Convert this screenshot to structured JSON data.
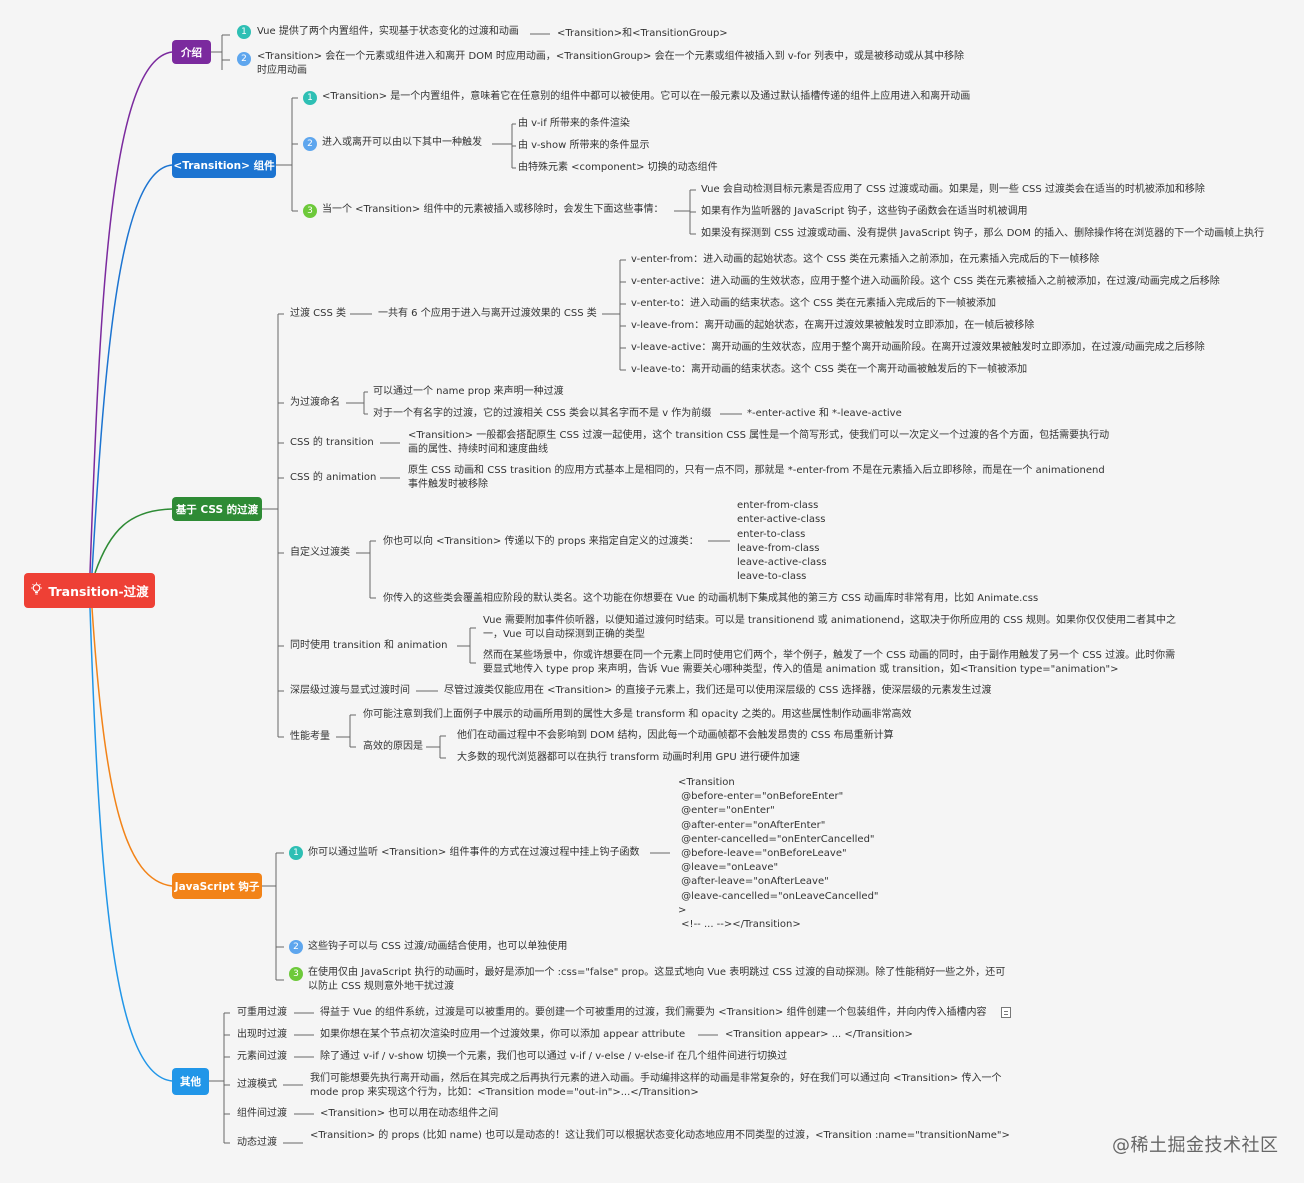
{
  "colors": {
    "root": "#ee4035",
    "intro": "#7b2a9e",
    "transition_component": "#1c74d1",
    "css_transition": "#2e8b35",
    "js_hooks": "#f28318",
    "others": "#2196e8",
    "badge_1": "#2ebfb4",
    "badge_2": "#5ea6ee",
    "badge_3": "#6dc93a"
  },
  "root": {
    "icon": "lightbulb-icon",
    "label": "Transition-过渡"
  },
  "intro": {
    "label": "介绍",
    "items": [
      {
        "badge": "1",
        "text": "Vue 提供了两个内置组件，实现基于状态变化的过渡和动画",
        "child": "<Transition>和<TransitionGroup>"
      },
      {
        "badge": "2",
        "text": "<Transition> 会在一个元素或组件进入和离开 DOM 时应用动画，<TransitionGroup> 会在一个元素或组件被插入到 v-for 列表中，或是被移动或从其中移除时应用动画"
      }
    ]
  },
  "transition_component": {
    "label": "<Transition> 组件",
    "items": [
      {
        "badge": "1",
        "text": "<Transition> 是一个内置组件，意味着它在任意别的组件中都可以被使用。它可以在一般元素以及通过默认插槽传递的组件上应用进入和离开动画"
      },
      {
        "badge": "2",
        "text": "进入或离开可以由以下其中一种触发",
        "children": [
          "由 v-if 所带来的条件渲染",
          "由 v-show 所带来的条件显示",
          "由特殊元素 <component> 切换的动态组件"
        ]
      },
      {
        "badge": "3",
        "text": "当一个 <Transition> 组件中的元素被插入或移除时，会发生下面这些事情：",
        "children": [
          "Vue 会自动检测目标元素是否应用了 CSS 过渡或动画。如果是，则一些 CSS 过渡类会在适当的时机被添加和移除",
          "如果有作为监听器的 JavaScript 钩子，这些钩子函数会在适当时机被调用",
          "如果没有探测到 CSS 过渡或动画、没有提供 JavaScript 钩子，那么 DOM 的插入、删除操作将在浏览器的下一个动画帧上执行"
        ]
      }
    ]
  },
  "css_transition": {
    "label": "基于 CSS 的过渡",
    "classes": {
      "label": "过渡 CSS 类",
      "summary": "一共有 6 个应用于进入与离开过渡效果的 CSS 类",
      "items": [
        "v-enter-from：进入动画的起始状态。这个 CSS 类在元素插入之前添加，在元素插入完成后的下一帧移除",
        "v-enter-active：进入动画的生效状态，应用于整个进入动画阶段。这个 CSS 类在元素被插入之前被添加，在过渡/动画完成之后移除",
        "v-enter-to：进入动画的结束状态。这个 CSS 类在元素插入完成后的下一帧被添加",
        "v-leave-from：离开动画的起始状态，在离开过渡效果被触发时立即添加，在一帧后被移除",
        "v-leave-active：离开动画的生效状态，应用于整个离开动画阶段。在离开过渡效果被触发时立即添加，在过渡/动画完成之后移除",
        "v-leave-to：离开动画的结束状态。这个 CSS 类在一个离开动画被触发后的下一帧被添加"
      ]
    },
    "naming": {
      "label": "为过渡命名",
      "items": [
        "可以通过一个 name prop 来声明一种过渡",
        "对于一个有名字的过渡，它的过渡相关 CSS 类会以其名字而不是 v 作为前缀"
      ],
      "child": "*-enter-active 和 *-leave-active"
    },
    "css_transition_prop": {
      "label": "CSS 的 transition",
      "text": "<Transition> 一般都会搭配原生 CSS 过渡一起使用，这个 transition CSS 属性是一个简写形式，使我们可以一次定义一个过渡的各个方面，包括需要执行动画的属性、持续时间和速度曲线"
    },
    "css_animation": {
      "label": "CSS 的 animation",
      "text": "原生 CSS 动画和 CSS trasition 的应用方式基本上是相同的，只有一点不同，那就是 *-enter-from 不是在元素插入后立即移除，而是在一个 animationend 事件触发时被移除"
    },
    "custom_classes": {
      "label": "自定义过渡类",
      "intro": "你也可以向 <Transition> 传递以下的 props 来指定自定义的过渡类：",
      "props": [
        "enter-from-class",
        "enter-active-class",
        "enter-to-class",
        "leave-from-class",
        "leave-active-class",
        "leave-to-class"
      ],
      "note": "你传入的这些类会覆盖相应阶段的默认类名。这个功能在你想要在 Vue 的动画机制下集成其他的第三方 CSS 动画库时非常有用，比如 Animate.css"
    },
    "both": {
      "label": "同时使用 transition 和 animation",
      "items": [
        "Vue 需要附加事件侦听器，以便知道过渡何时结束。可以是 transitionend 或 animationend，这取决于你所应用的 CSS 规则。如果你仅仅使用二者其中之一，Vue 可以自动探测到正确的类型",
        "然而在某些场景中，你或许想要在同一个元素上同时使用它们两个，举个例子，触发了一个 CSS 动画的同时，由于副作用触发了另一个 CSS 过渡。此时你需要显式地传入 type prop 来声明，告诉 Vue 需要关心哪种类型，传入的值是 animation 或 transition，如<Transition type=\"animation\">"
      ]
    },
    "nested": {
      "label": "深层级过渡与显式过渡时间",
      "text": "尽管过渡类仅能应用在 <Transition> 的直接子元素上，我们还是可以使用深层级的 CSS 选择器，使深层级的元素发生过渡"
    },
    "performance": {
      "label": "性能考量",
      "text": "你可能注意到我们上面例子中展示的动画所用到的属性大多是 transform 和 opacity 之类的。用这些属性制作动画非常高效",
      "reasons_label": "高效的原因是",
      "reasons": [
        "他们在动画过程中不会影响到 DOM 结构，因此每一个动画帧都不会触发昂贵的 CSS 布局重新计算",
        "大多数的现代浏览器都可以在执行 transform 动画时利用 GPU 进行硬件加速"
      ]
    }
  },
  "js_hooks": {
    "label": "JavaScript 钩子",
    "items": [
      {
        "badge": "1",
        "text": "你可以通过监听 <Transition> 组件事件的方式在过渡过程中挂上钩子函数"
      },
      {
        "badge": "2",
        "text": "这些钩子可以与 CSS 过渡/动画结合使用，也可以单独使用"
      },
      {
        "badge": "3",
        "text": "在使用仅由 JavaScript 执行的动画时，最好是添加一个 :css=\"false\" prop。这显式地向 Vue 表明跳过 CSS 过渡的自动探测。除了性能稍好一些之外，还可以防止 CSS 规则意外地干扰过渡"
      }
    ],
    "code_lines": [
      "<Transition",
      " @before-enter=\"onBeforeEnter\"",
      " @enter=\"onEnter\"",
      " @after-enter=\"onAfterEnter\"",
      " @enter-cancelled=\"onEnterCancelled\"",
      " @before-leave=\"onBeforeLeave\"",
      " @leave=\"onLeave\"",
      " @after-leave=\"onAfterLeave\"",
      " @leave-cancelled=\"onLeaveCancelled\"",
      ">",
      " <!-- ... --></Transition>"
    ]
  },
  "others": {
    "label": "其他",
    "items": [
      {
        "label": "可重用过渡",
        "text": "得益于 Vue 的组件系统，过渡是可以被重用的。要创建一个可被重用的过渡，我们需要为 <Transition> 组件创建一个包装组件，并向内传入插槽内容",
        "icon": "note-icon"
      },
      {
        "label": "出现时过渡",
        "text": "如果你想在某个节点初次渲染时应用一个过渡效果，你可以添加 appear attribute",
        "child": "<Transition appear> ... </Transition>"
      },
      {
        "label": "元素间过渡",
        "text": "除了通过 v-if / v-show 切换一个元素，我们也可以通过 v-if / v-else / v-else-if 在几个组件间进行切换过"
      },
      {
        "label": "过渡模式",
        "text": "我们可能想要先执行离开动画，然后在其完成之后再执行元素的进入动画。手动编排这样的动画是非常复杂的，好在我们可以通过向 <Transition> 传入一个 mode prop 来实现这个行为，比如：<Transition mode=\"out-in\">...</Transition>"
      },
      {
        "label": "组件间过渡",
        "text": "<Transition> 也可以用在动态组件之间"
      },
      {
        "label": "动态过渡",
        "text": "<Transition> 的 props (比如 name) 也可以是动态的！这让我们可以根据状态变化动态地应用不同类型的过渡，<Transition :name=\"transitionName\">"
      }
    ]
  },
  "watermark": "@稀土掘金技术社区"
}
